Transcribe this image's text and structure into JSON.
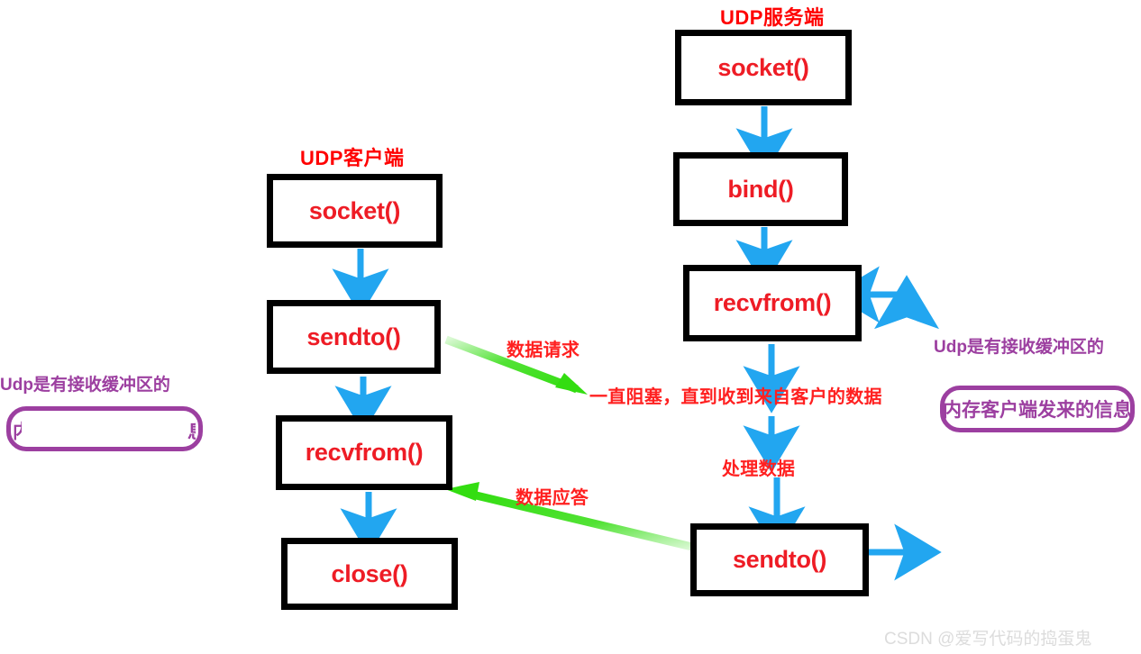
{
  "diagram": {
    "title_client": "UDP客户端",
    "title_server": "UDP服务端",
    "watermark": "CSDN @爱写代码的捣蛋鬼",
    "colors": {
      "box_border": "#000000",
      "box_text": "#ee1c25",
      "heading": "#ff0000",
      "flow_arrow": "#22a6f0",
      "message_arrow": "#33dd11",
      "note_purple": "#9c3fa0",
      "watermark": "#dcdcdc",
      "background": "#ffffff"
    },
    "client_nodes": [
      {
        "label": "socket()"
      },
      {
        "label": "sendto()"
      },
      {
        "label": "recvfrom()"
      },
      {
        "label": "close()"
      }
    ],
    "server_nodes": [
      {
        "label": "socket()"
      },
      {
        "label": "bind()"
      },
      {
        "label": "recvfrom()"
      },
      {
        "label": "sendto()"
      }
    ],
    "annotations": {
      "data_request": "数据请求",
      "blocking": "一直阻塞，直到收到来自客户的数据",
      "process_data": "处理数据",
      "data_response": "数据应答"
    },
    "notes": {
      "left": {
        "title": "Udp是有接收缓冲区的",
        "body": ""
      },
      "right": {
        "title": "Udp是有接收缓冲区的",
        "body": "内存客户端发来的信息"
      }
    }
  }
}
